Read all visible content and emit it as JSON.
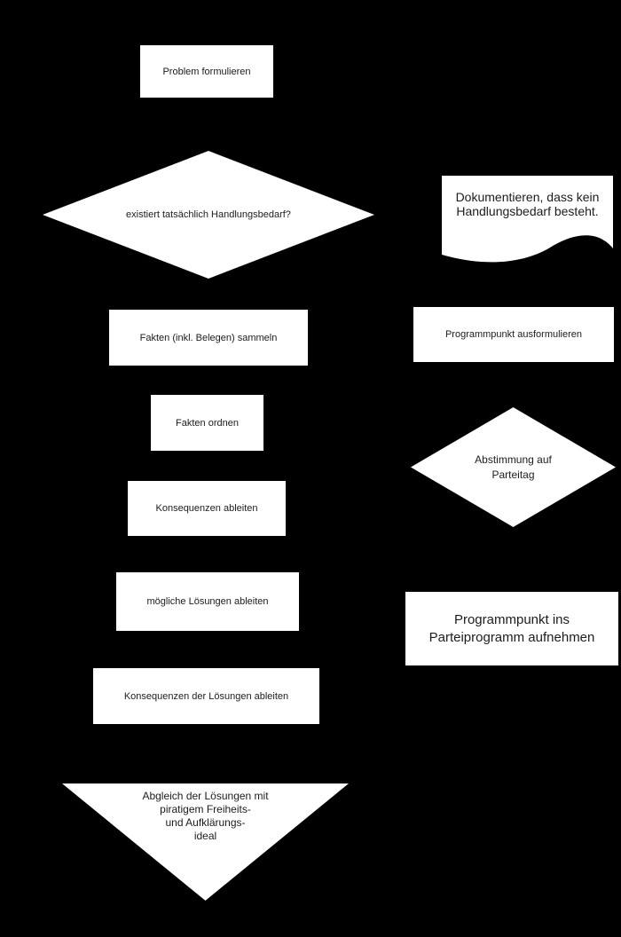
{
  "colors": {
    "background": "#000000",
    "node_fill": "#ffffff",
    "node_text": "#1c1c1c"
  },
  "flowchart": {
    "language": "de",
    "nodes": {
      "problem": {
        "shape": "rectangle",
        "label": "Problem formulieren"
      },
      "handlungsbedarf": {
        "shape": "diamond",
        "label": "existiert tatsächlich Handlungsbedarf?"
      },
      "dokumentieren": {
        "shape": "document",
        "label": "Dokumentieren, dass kein\nHandlungsbedarf besteht."
      },
      "fakten_sammeln": {
        "shape": "rectangle",
        "label": "Fakten (inkl. Belegen) sammeln"
      },
      "programmpunkt_ausformulieren": {
        "shape": "rectangle",
        "label": "Programmpunkt ausformulieren"
      },
      "fakten_ordnen": {
        "shape": "rectangle",
        "label": "Fakten ordnen"
      },
      "abstimmung_parteitag": {
        "shape": "diamond",
        "label": "Abstimmung auf\nParteitag"
      },
      "konsequenzen_ableiten": {
        "shape": "rectangle",
        "label": "Konsequenzen ableiten"
      },
      "loesungen_ableiten": {
        "shape": "rectangle",
        "label": "mögliche Lösungen ableiten"
      },
      "programmpunkt_aufnehmen": {
        "shape": "rectangle",
        "label": "Programmpunkt ins\nParteiprogramm aufnehmen"
      },
      "konsequenzen_loesungen": {
        "shape": "rectangle",
        "label": "Konsequenzen der Lösungen ableiten"
      },
      "abgleich_ideal": {
        "shape": "triangle",
        "label": "Abgleich der Lösungen mit\npiratigem Freiheits-\nund Aufklärungs-\nideal"
      }
    }
  }
}
